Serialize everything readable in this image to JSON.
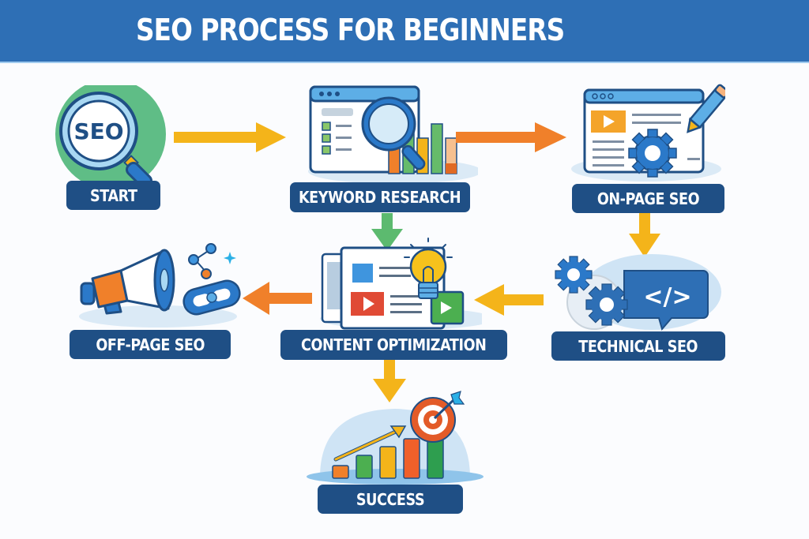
{
  "header": {
    "title": "SEO PROCESS FOR BEGINNERS"
  },
  "colors": {
    "header_bg": "#2e6fb5",
    "label_bg": "#1f4f85",
    "arrow_yellow": "#f4b41a",
    "arrow_orange": "#f0802a",
    "arrow_green": "#5cba6f",
    "icon_blue": "#2b79c9",
    "icon_green": "#4fb377"
  },
  "steps": [
    {
      "id": "start",
      "label": "START",
      "icon": "seo-magnifier-icon"
    },
    {
      "id": "keyword-research",
      "label": "KEYWORD RESEARCH",
      "icon": "keyword-research-icon"
    },
    {
      "id": "on-page-seo",
      "label": "ON-PAGE SEO",
      "icon": "webpage-gear-pencil-icon"
    },
    {
      "id": "technical-seo",
      "label": "TECHNICAL SEO",
      "icon": "code-gears-icon"
    },
    {
      "id": "content-optimization",
      "label": "CONTENT OPTIMIZATION",
      "icon": "content-lightbulb-icon"
    },
    {
      "id": "off-page-seo",
      "label": "OFF-PAGE SEO",
      "icon": "megaphone-link-icon"
    },
    {
      "id": "success",
      "label": "SUCCESS",
      "icon": "growth-chart-target-icon"
    }
  ],
  "icon_text": {
    "seo_badge": "SEO",
    "code_tag": "</>"
  },
  "flow": [
    {
      "from": "start",
      "to": "keyword-research",
      "direction": "right",
      "color": "yellow"
    },
    {
      "from": "keyword-research",
      "to": "on-page-seo",
      "direction": "right",
      "color": "orange"
    },
    {
      "from": "on-page-seo",
      "to": "technical-seo",
      "direction": "down",
      "color": "yellow"
    },
    {
      "from": "technical-seo",
      "to": "content-optimization",
      "direction": "left",
      "color": "yellow"
    },
    {
      "from": "keyword-research",
      "to": "content-optimization",
      "direction": "down",
      "color": "green"
    },
    {
      "from": "content-optimization",
      "to": "off-page-seo",
      "direction": "left",
      "color": "orange"
    },
    {
      "from": "content-optimization",
      "to": "success",
      "direction": "down",
      "color": "yellow"
    }
  ]
}
